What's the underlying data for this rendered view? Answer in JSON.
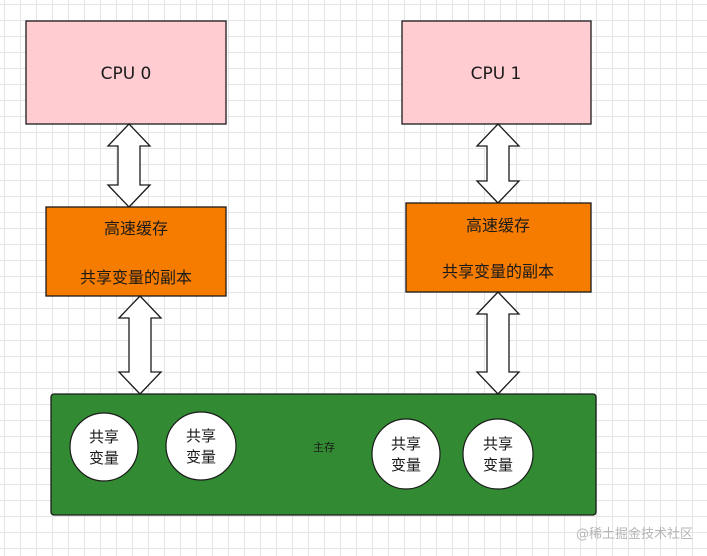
{
  "colors": {
    "cpu_fill": "#ffccd2",
    "cache_fill": "#f67c00",
    "memory_fill": "#328a32",
    "bubble_fill": "#ffffff",
    "stroke": "#1a1a1a"
  },
  "cpus": [
    {
      "label": "CPU 0",
      "cache": {
        "line1": "高速缓存",
        "line2": "共享变量的副本"
      }
    },
    {
      "label": "CPU 1",
      "cache": {
        "line1": "高速缓存",
        "line2": "共享变量的副本"
      }
    }
  ],
  "main_memory": {
    "label": "主存",
    "variables": [
      {
        "line1": "共享",
        "line2": "变量"
      },
      {
        "line1": "共享",
        "line2": "变量"
      },
      {
        "line1": "共享",
        "line2": "变量"
      },
      {
        "line1": "共享",
        "line2": "变量"
      }
    ]
  },
  "watermark": "@稀土掘金技术社区"
}
